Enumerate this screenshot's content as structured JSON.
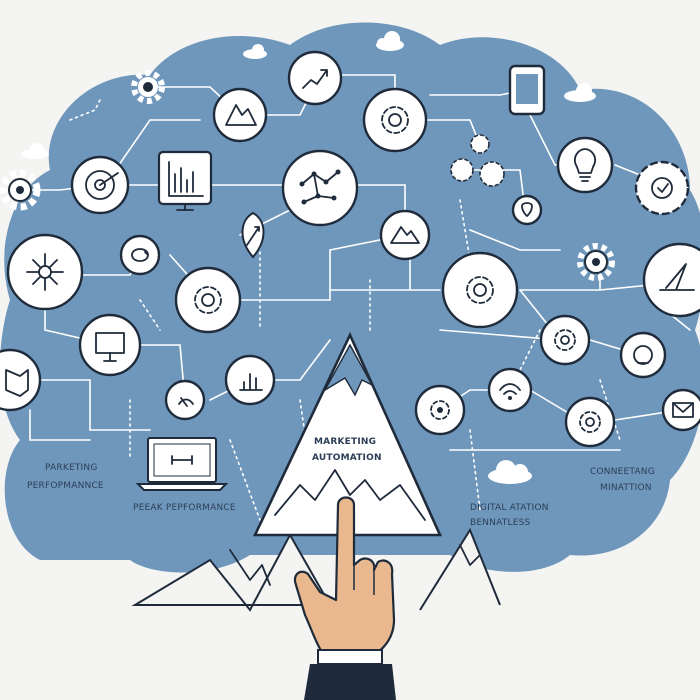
{
  "labels": {
    "left_top": "PARKETING",
    "left_bottom": "PERFOPMANNCE",
    "peak": "PEEAK PEPFORMANCE",
    "peak_top": "MARKETING",
    "peak_bottom": "AUTOMATION",
    "center_right_top": "DIGITAL ATATION",
    "center_right_bottom": "BENNATLESS",
    "right_top": "CONNEETANG",
    "right_bottom": "MINATTION"
  },
  "colors": {
    "cloud": "#6f97bc",
    "cloud_light": "#8fb1cf",
    "node_stroke": "#1f2b3a",
    "skin": "#e9b88e",
    "sleeve": "#1f2b3a",
    "background": "#f4f4f3"
  },
  "icons": [
    "gear-icon",
    "lightbulb-icon",
    "chart-icon",
    "phone-icon",
    "mountain-icon",
    "monitor-icon",
    "wifi-icon",
    "mail-icon",
    "laptop-icon",
    "network-icon",
    "rocket-icon",
    "cloud-icon",
    "hand-pointer-icon"
  ]
}
